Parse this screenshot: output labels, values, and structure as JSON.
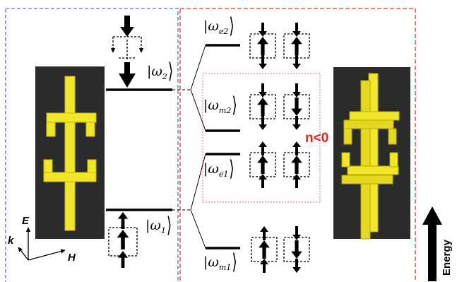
{
  "levels": {
    "w2": {
      "omega": "ω",
      "sub": "2"
    },
    "w1": {
      "omega": "ω",
      "sub": "1"
    },
    "we2": {
      "omega": "ω",
      "sub": "e2"
    },
    "wm2": {
      "omega": "ω",
      "sub": "m2"
    },
    "we1": {
      "omega": "ω",
      "sub": "e1"
    },
    "wm1": {
      "omega": "ω",
      "sub": "m1"
    }
  },
  "ket": {
    "open": "|",
    "close": "⟩"
  },
  "labels": {
    "negative_index": "n<0",
    "energy": "Energy",
    "axis_e": "E",
    "axis_k": "k",
    "axis_h": "H"
  },
  "colors": {
    "left_box": "#5a74b8",
    "right_box": "#e0303a",
    "inner_box": "#e060a0",
    "resonator": "#f2e62a",
    "resonator_dark": "#c9b800",
    "panel": "#2b2b2b",
    "accent_text": "#e8201e"
  }
}
